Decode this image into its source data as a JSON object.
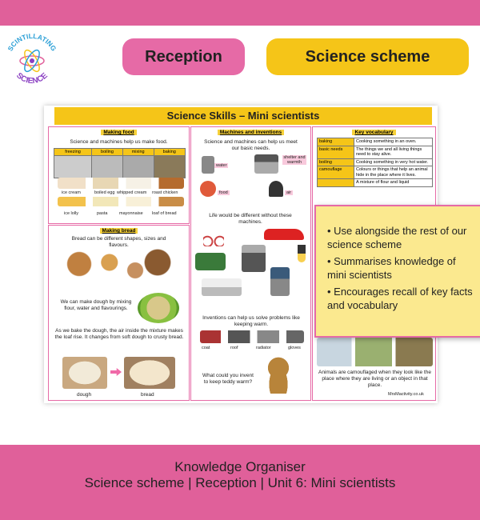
{
  "logo": {
    "text_top": "SCINTILLATING",
    "text_bottom": "SCIENCE"
  },
  "pills": {
    "reception": "Reception",
    "scheme": "Science scheme"
  },
  "sheet": {
    "title": "Science Skills – Mini scientists",
    "food": {
      "heading": "Making food",
      "intro": "Science and machines help us make food.",
      "columns": [
        "freezing",
        "boiling",
        "mixing",
        "baking"
      ],
      "row1": [
        "ice cream",
        "boiled egg",
        "whipped cream",
        "roast chicken"
      ],
      "row2": [
        "ice lolly",
        "pasta",
        "mayonnaise",
        "loaf of bread"
      ]
    },
    "machines": {
      "heading": "Machines and inventions",
      "intro": "Science and machines can help us meet our basic needs.",
      "needs": [
        "water",
        "shelter and warmth",
        "food",
        "air"
      ],
      "life": "Life would be different without these machines.",
      "warm": "Inventions can help us solve problems like keeping warm.",
      "warm_items": [
        "coat",
        "roof",
        "radiator",
        "gloves"
      ],
      "question": "What could you invent to keep teddy warm?"
    },
    "bread": {
      "heading": "Making bread",
      "intro": "Bread can be different shapes, sizes and flavours.",
      "dough": "We can make dough by mixing flour, water and flavourings.",
      "bake": "As we bake the dough, the air inside the mixture makes the loaf rise. It changes from soft dough to crusty bread.",
      "labels": [
        "dough",
        "bread"
      ]
    },
    "vocab": {
      "heading": "Key vocabulary",
      "rows": [
        {
          "term": "baking",
          "def": "Cooking something in an oven."
        },
        {
          "term": "basic needs",
          "def": "The things we and all living things need to stay alive."
        },
        {
          "term": "boiling",
          "def": "Cooking something in very hot water."
        },
        {
          "term": "camouflage",
          "def": "Colours or things that help an animal hide in the place where it lives."
        },
        {
          "term": "",
          "def": "A mixture of flour and liquid"
        }
      ],
      "camouflage_caption": "Animals are camouflaged when they look like the place where they are living or an object in that place.",
      "credit": "MrsMactivity.co.uk"
    }
  },
  "note": {
    "bullets": [
      "Use alongside the rest of our science scheme",
      "Summarises knowledge of mini scientists",
      "Encourages recall of key facts and vocabulary"
    ]
  },
  "footer": {
    "line1": "Knowledge Organiser",
    "line2": "Science scheme | Reception | Unit 6: Mini scientists"
  }
}
